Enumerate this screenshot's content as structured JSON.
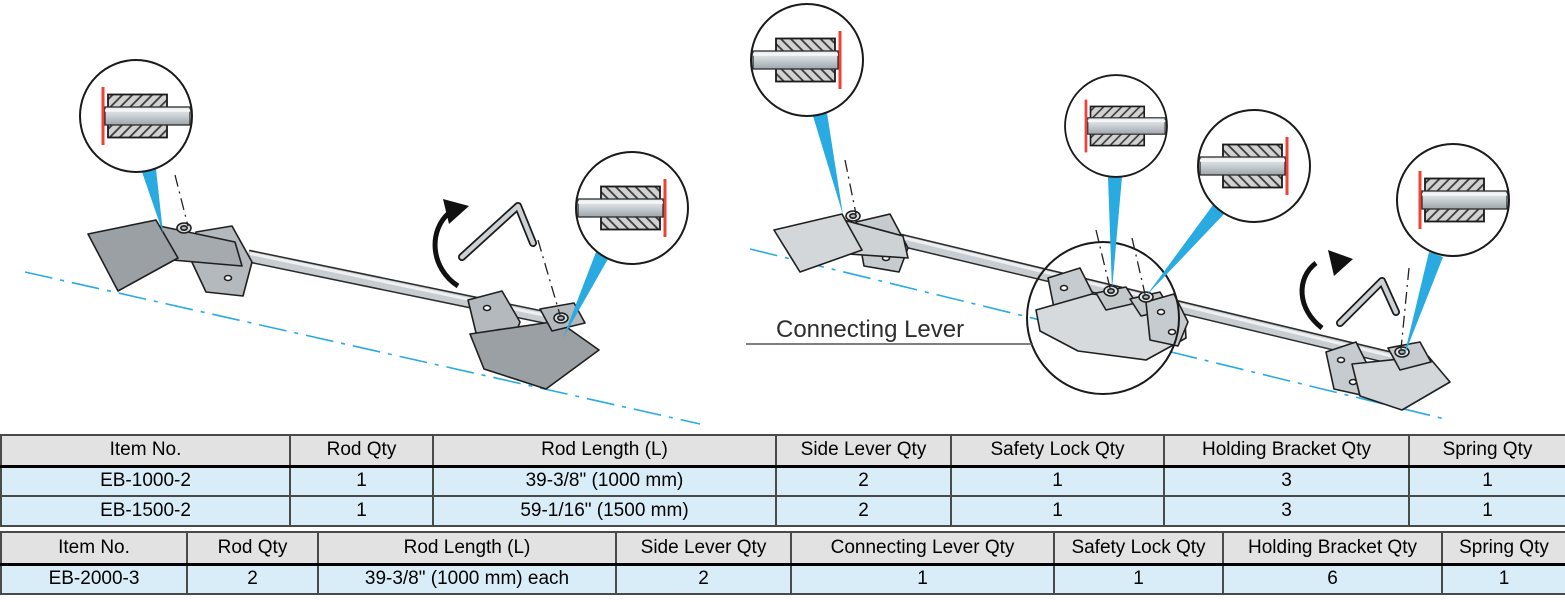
{
  "illustrations": {
    "connecting_lever_label": "Connecting Lever"
  },
  "tables": [
    {
      "headers": [
        "Item No.",
        "Rod Qty",
        "Rod Length (L)",
        "Side Lever Qty",
        "Safety Lock Qty",
        "Holding Bracket Qty",
        "Spring Qty"
      ],
      "rows": [
        [
          "EB-1000-2",
          "1",
          "39-3/8\" (1000 mm)",
          "2",
          "1",
          "3",
          "1"
        ],
        [
          "EB-1500-2",
          "1",
          "59-1/16\" (1500 mm)",
          "2",
          "1",
          "3",
          "1"
        ]
      ]
    },
    {
      "headers": [
        "Item No.",
        "Rod Qty",
        "Rod Length (L)",
        "Side Lever Qty",
        "Connecting  Lever Qty",
        "Safety Lock Qty",
        "Holding Bracket Qty",
        "Spring Qty"
      ],
      "rows": [
        [
          "EB-2000-3",
          "2",
          "39-3/8\" (1000 mm) each",
          "2",
          "1",
          "1",
          "6",
          "1"
        ]
      ]
    }
  ],
  "colors": {
    "accent_blue": "#29abe2",
    "marker_red": "#ef4136",
    "table_header_bg": "#e2e2e2",
    "table_row_bg": "#d9edf8",
    "metal_gray": "#c7cdd1"
  }
}
